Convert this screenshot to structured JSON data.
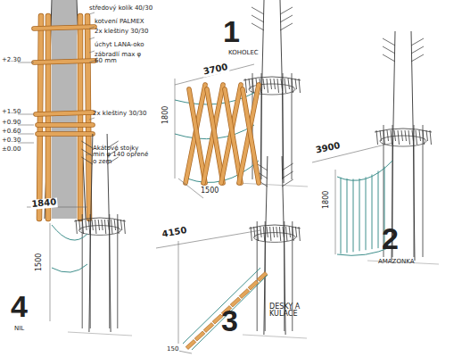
{
  "diagram": {
    "labels": [
      "středový kolík 40/30",
      "kotvení PALMEX",
      "2x kleštiny 30/30",
      "úchyt LANA-oko",
      "zábradlí max φ 60 mm",
      "2x kleštiny 30/30",
      "Akátové stojky min φ 140 opřené o zem",
      "+2.30",
      "+1.50",
      "+0.90",
      "+0.60",
      "+0.30",
      "±0.00",
      "1",
      "KOHOLEC",
      "3700",
      "1800",
      "1500",
      "3900",
      "1800",
      "2",
      "AMAZONKA",
      "1840",
      "1500",
      "4",
      "NIL",
      "4150",
      "3",
      "DESKY A KULAČE",
      "150"
    ]
  }
}
